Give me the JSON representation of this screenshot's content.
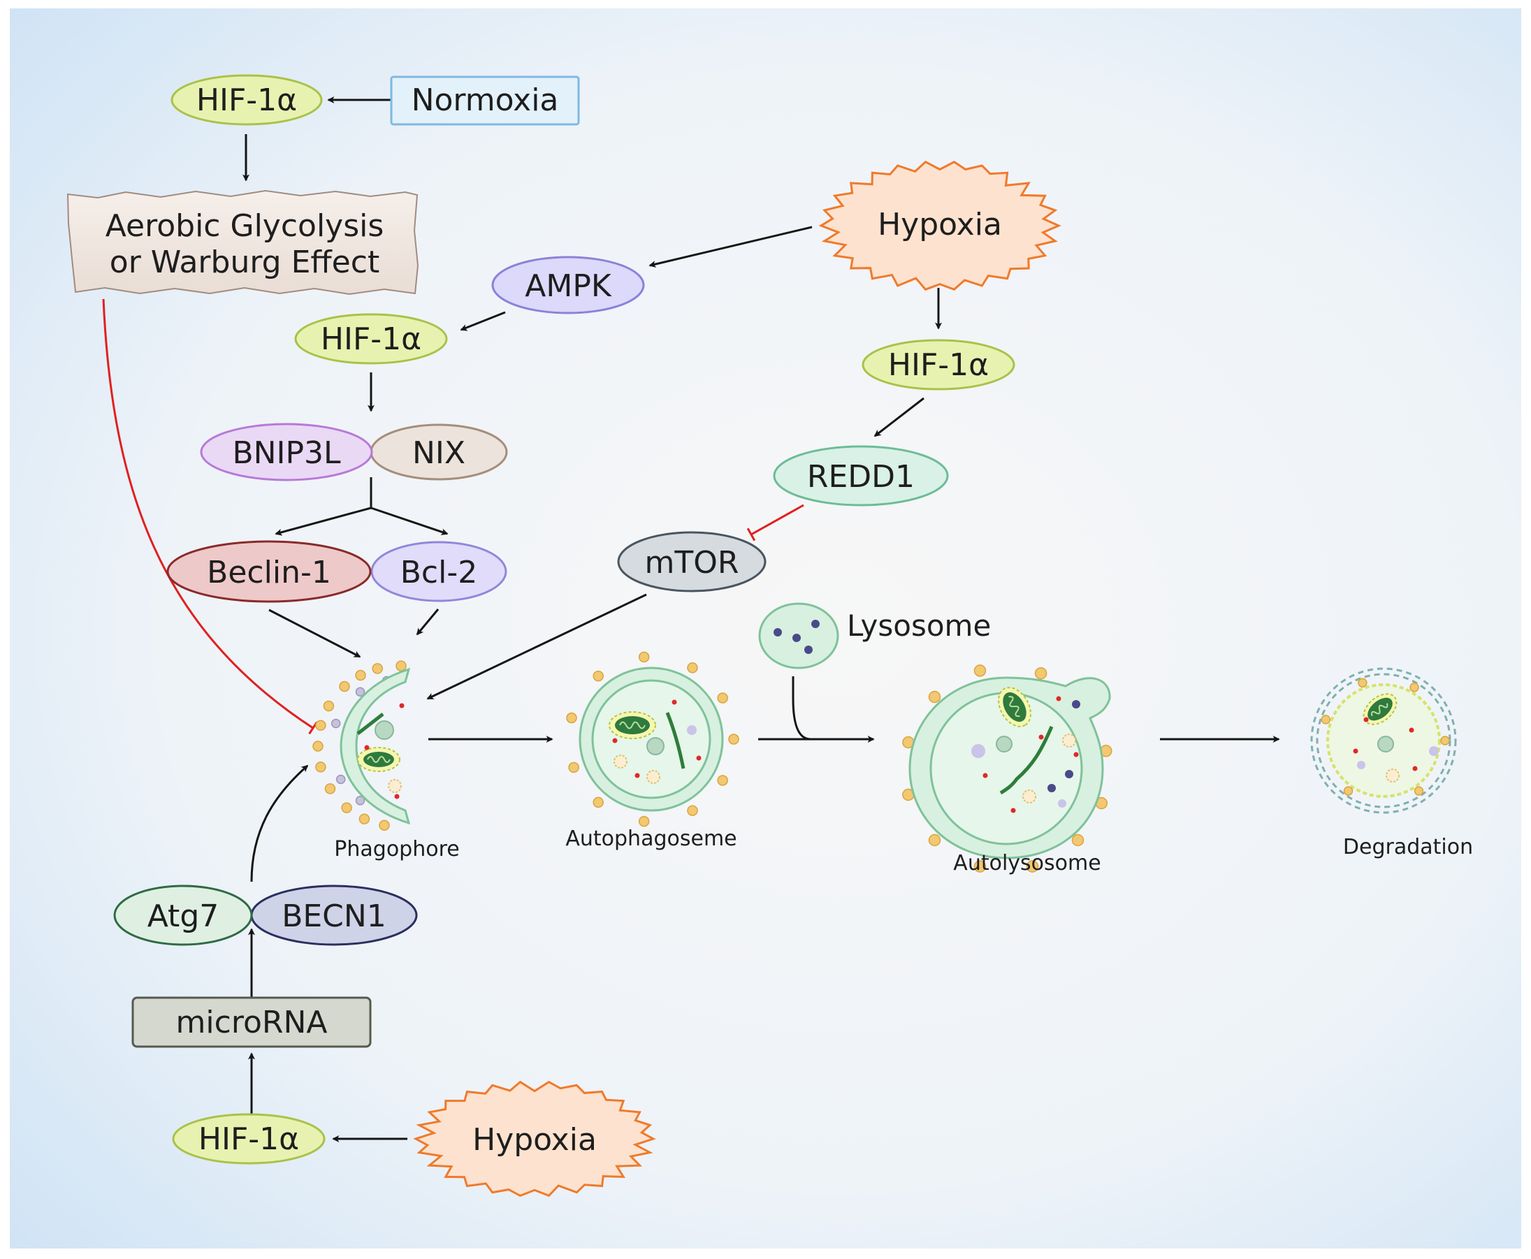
{
  "nodes": {
    "hif_normoxia": "HIF-1α",
    "normoxia": "Normoxia",
    "aerobic_line1": "Aerobic Glycolysis",
    "aerobic_line2": "or Warburg Effect",
    "hypoxia_top": "Hypoxia",
    "ampk": "AMPK",
    "hif_ampk": "HIF-1α",
    "hif_hypoxia": "HIF-1α",
    "bnip3l": "BNIP3L",
    "nix": "NIX",
    "redd1": "REDD1",
    "beclin1": "Beclin-1",
    "bcl2": "Bcl-2",
    "mtor": "mTOR",
    "lysosome": "Lysosome",
    "atg7": "Atg7",
    "becn1": "BECN1",
    "microrna": "microRNA",
    "hif_bottom": "HIF-1α",
    "hypoxia_bottom": "Hypoxia"
  },
  "stages": {
    "phagophore": "Phagophore",
    "autophagosome": "Autophagoseme",
    "autolysosome": "Autolysosome",
    "degradation": "Degradation"
  },
  "colors": {
    "hif_fill": "#e8f2b0",
    "hif_stroke": "#a8c24a",
    "normoxia_fill": "#e3f1fb",
    "normoxia_stroke": "#7fb9e0",
    "hypoxia_fill": "#fde2cf",
    "hypoxia_stroke": "#f07a2a",
    "ampk_fill": "#dcd9fa",
    "ampk_stroke": "#8c82d8",
    "bnip3l_fill": "#ead9f5",
    "bnip3l_stroke": "#b77ad8",
    "nix_fill": "#ece4dc",
    "nix_stroke": "#a48e7c",
    "redd1_fill": "#d9f1e6",
    "redd1_stroke": "#6cbc96",
    "beclin_fill": "#eec9c9",
    "beclin_stroke": "#8a2a2a",
    "bcl2_fill": "#e0dcfa",
    "bcl2_stroke": "#9088da",
    "mtor_fill": "#d6dbe0",
    "mtor_stroke": "#4a5560",
    "atg7_fill": "#dff0e3",
    "atg7_stroke": "#2f6b42",
    "becn1_fill": "#cfd3e8",
    "becn1_stroke": "#2b2f5e",
    "microrna_fill": "#d5d8cf",
    "microrna_stroke": "#555a4e",
    "vesicle_fill": "#d8f0e0",
    "vesicle_stroke": "#7fc29a",
    "inhibition": "#e02020"
  }
}
